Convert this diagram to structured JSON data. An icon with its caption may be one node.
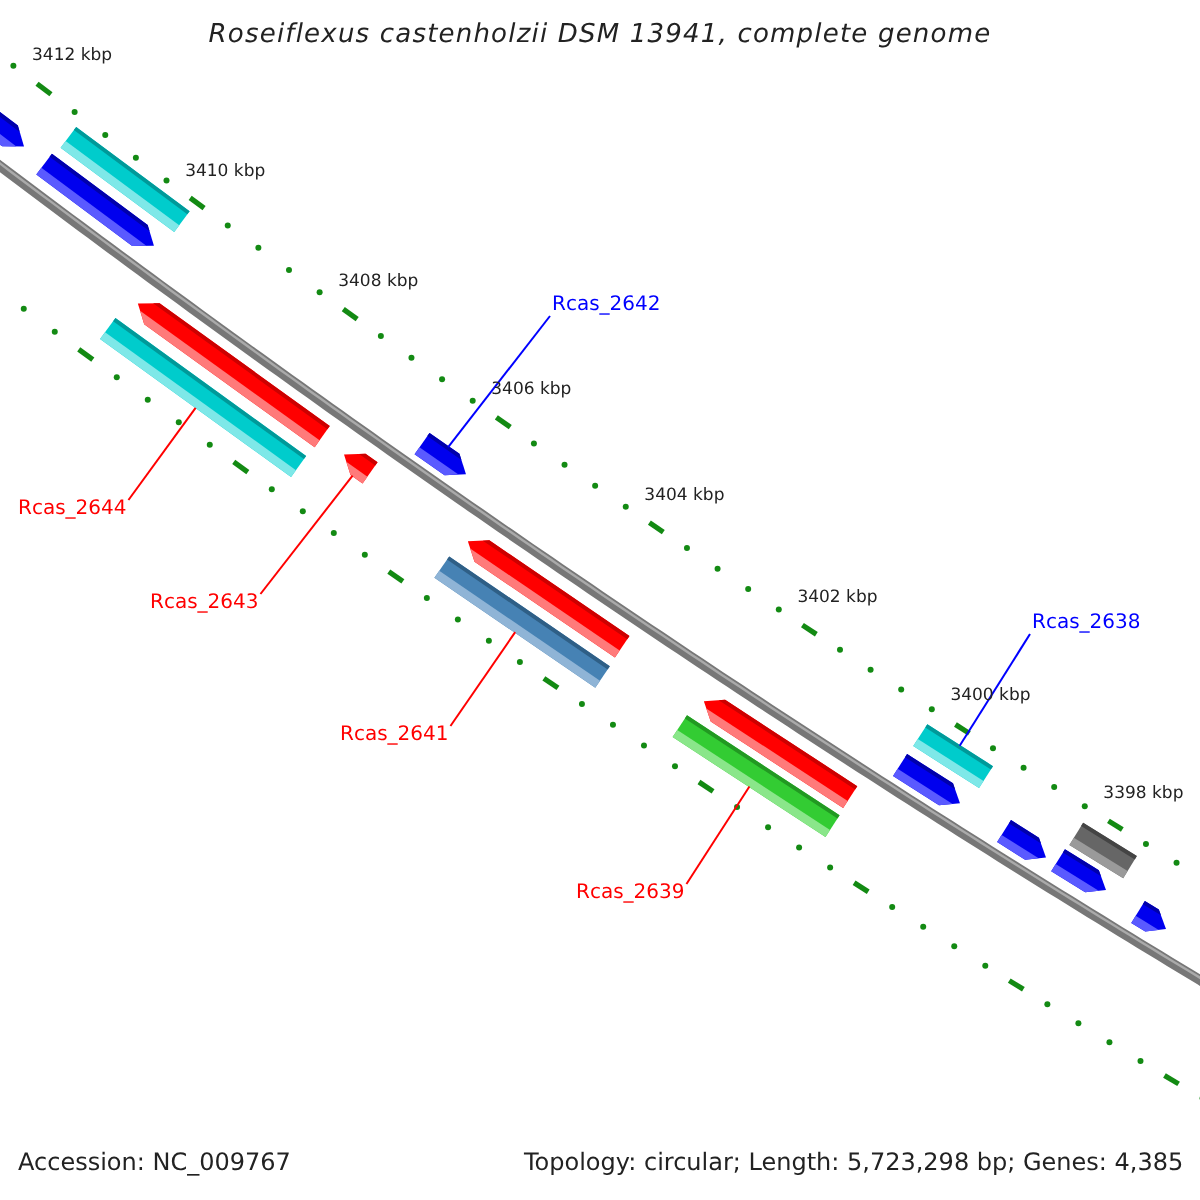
{
  "diagram": {
    "title": "Roseiflexus castenholzii DSM 13941, complete genome",
    "nodes": [
      {
        "text": [],
        "shape": "arrow"
      },
      {
        "text": [],
        "shape": "arrow"
      },
      {
        "text": [],
        "shape": "bar"
      },
      {
        "text": [],
        "shape": "bar"
      },
      {
        "text": [],
        "shape": "arrow"
      },
      {
        "text": [],
        "shape": "arrow"
      },
      {
        "text": [],
        "shape": "arrow"
      },
      {
        "text": [],
        "shape": "bar"
      },
      {
        "text": [],
        "shape": "arrow"
      },
      {
        "text": [],
        "shape": "bar"
      },
      {
        "text": [],
        "shape": "arrow"
      },
      {
        "text": [],
        "shape": "arrow"
      },
      {
        "text": [],
        "shape": "bar"
      },
      {
        "text": [],
        "shape": "arrow"
      },
      {
        "text": [],
        "shape": "arrow"
      },
      {
        "text": [],
        "shape": "bar"
      },
      {
        "text": [],
        "shape": "arrow"
      },
      {
        "text": [
          "Rcas_2642"
        ]
      },
      {
        "text": [
          "Rcas_2644"
        ]
      },
      {
        "text": [
          "Rcas_2643"
        ]
      },
      {
        "text": [
          "Rcas_2641"
        ]
      },
      {
        "text": [
          "Rcas_2638"
        ]
      },
      {
        "text": [
          "Rcas_2639"
        ]
      }
    ],
    "edges": [
      {
        "from": 17,
        "to": 6,
        "arrow": "none",
        "color": "#0000ff"
      },
      {
        "from": 18,
        "to": 3,
        "arrow": "none"
      },
      {
        "from": 19,
        "to": 5,
        "arrow": "none"
      },
      {
        "from": 20,
        "to": 7,
        "arrow": "none"
      },
      {
        "from": 21,
        "to": 12,
        "arrow": "none",
        "color": "#0000ff"
      },
      {
        "from": 22,
        "to": 9,
        "arrow": "none"
      }
    ],
    "labels": [
      "3412 kbp",
      "3410 kbp",
      "3408 kbp",
      "3406 kbp",
      "3404 kbp",
      "3402 kbp",
      "3400 kbp",
      "3398 kbp",
      "Accession: NC_009767",
      "Topology: circular; Length: 5,723,298 bp; Genes: 4,385"
    ]
  }
}
